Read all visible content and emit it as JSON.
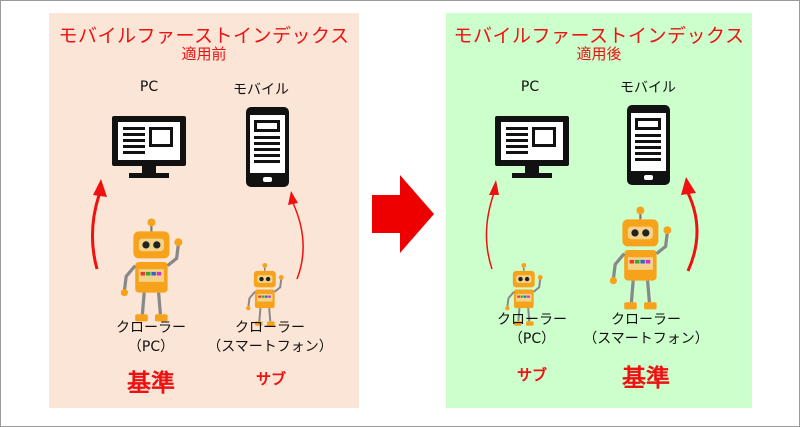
{
  "before": {
    "title": "モバイルファーストインデックス",
    "subtitle": "適用前",
    "pc_label": "PC",
    "mobile_label": "モバイル",
    "crawler_pc_line1": "クローラー",
    "crawler_pc_line2": "（PC）",
    "crawler_mobile_line1": "クローラー",
    "crawler_mobile_line2": "（スマートフォン）",
    "pc_role": "基準",
    "mobile_role": "サブ"
  },
  "after": {
    "title": "モバイルファーストインデックス",
    "subtitle": "適用後",
    "pc_label": "PC",
    "mobile_label": "モバイル",
    "crawler_pc_line1": "クローラー",
    "crawler_pc_line2": "（PC）",
    "crawler_mobile_line1": "クローラー",
    "crawler_mobile_line2": "（スマートフォン）",
    "pc_role": "サブ",
    "mobile_role": "基準"
  },
  "colors": {
    "before_bg": "#fbe5d6",
    "after_bg": "#ccffcc",
    "accent_red": "#ee1111",
    "robot_orange": "#f7a21b"
  },
  "icons": [
    "monitor-icon",
    "smartphone-icon",
    "robot-icon",
    "arrow-up-icon",
    "arrow-right-icon"
  ]
}
